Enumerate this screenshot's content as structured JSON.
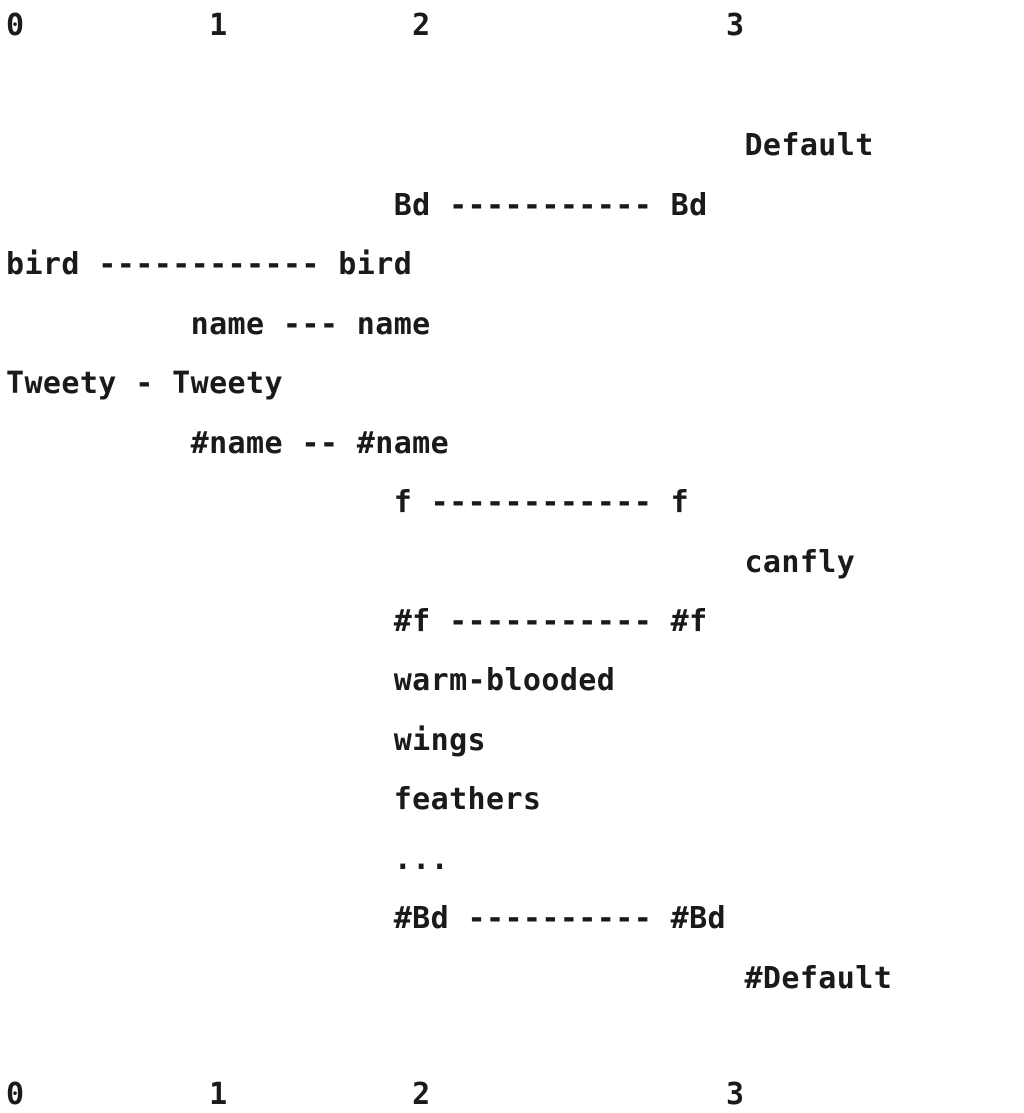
{
  "diagram": {
    "header_axis": "0          1          2                3",
    "rows": [
      "                                        Default",
      "                     Bd ----------- Bd",
      "bird ------------ bird",
      "          name --- name",
      "Tweety - Tweety",
      "          #name -- #name",
      "                     f ------------ f",
      "                                        canfly",
      "                     #f ----------- #f",
      "                     warm-blooded",
      "                     wings",
      "                     feathers",
      "                     ...",
      "                     #Bd ---------- #Bd",
      "                                        #Default"
    ],
    "footer_axis": "0          1          2                3"
  }
}
